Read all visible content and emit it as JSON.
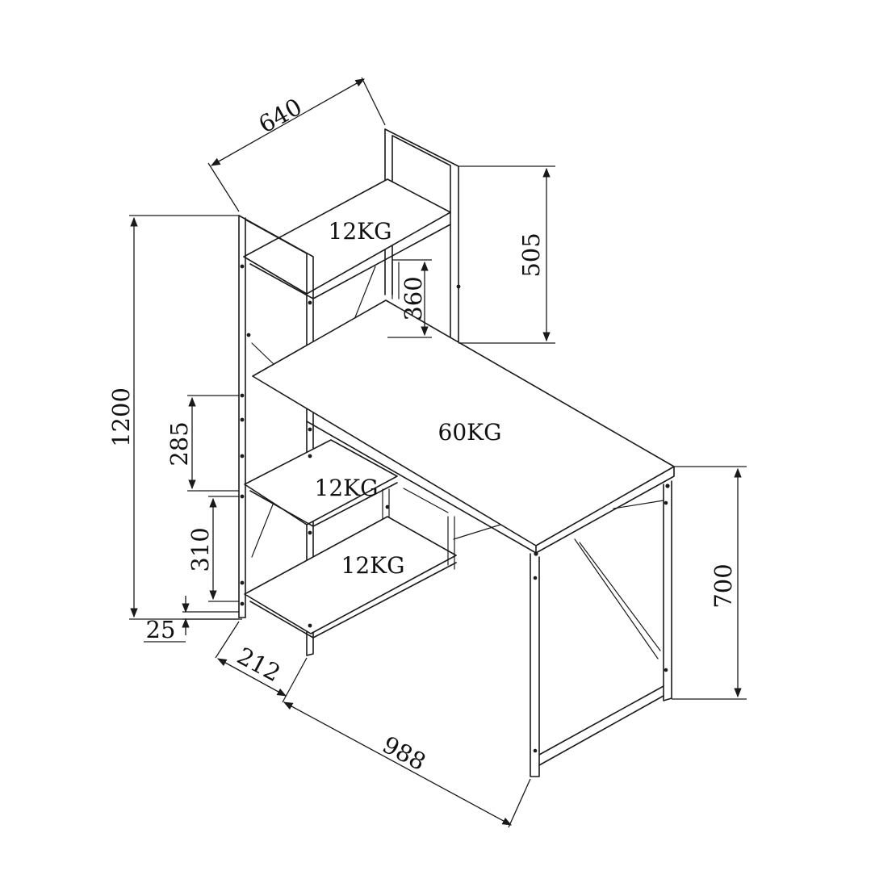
{
  "diagram": {
    "dimensions": {
      "shelf_depth": "640",
      "upper_height": "505",
      "top_shelf_gap": "360",
      "total_height": "1200",
      "mid_shelf_gap": "285",
      "low_shelf_gap": "310",
      "foot_height": "25",
      "tower_width": "212",
      "desk_length": "988",
      "desk_height": "700"
    },
    "loads": {
      "top_shelf": "12KG",
      "desk_top": "60KG",
      "mid_shelf": "12KG",
      "bottom_shelf": "12KG"
    }
  }
}
